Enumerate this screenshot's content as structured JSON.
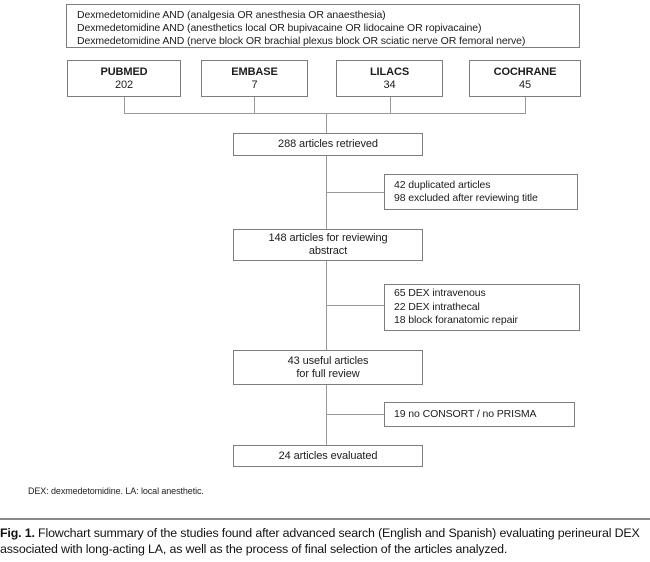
{
  "flowchart": {
    "search_box": {
      "lines": [
        "Dexmedetomidine AND (analgesia OR anesthesia OR anaesthesia)",
        "Dexmedetomidine AND (anesthetics local OR bupivacaine OR lidocaine OR ropivacaine)",
        "Dexmedetomidine AND (nerve block OR brachial plexus block OR sciatic nerve OR femoral nerve)"
      ]
    },
    "databases": [
      {
        "name": "PUBMED",
        "count": "202"
      },
      {
        "name": "EMBASE",
        "count": "7"
      },
      {
        "name": "LILACS",
        "count": "34"
      },
      {
        "name": "COCHRANE",
        "count": "45"
      }
    ],
    "main_boxes": [
      {
        "line1": "288 articles retrieved"
      },
      {
        "line1": "148 articles for reviewing",
        "line2": "abstract"
      },
      {
        "line1": "43 useful articles",
        "line2": "for full review"
      },
      {
        "line1": "24 articles evaluated"
      }
    ],
    "side_boxes": [
      {
        "lines": [
          "42 duplicated articles",
          "98 excluded after reviewing title"
        ]
      },
      {
        "lines": [
          "65 DEX intravenous",
          "22 DEX intrathecal",
          "18 block foranatomic repair"
        ]
      },
      {
        "lines": [
          "19 no CONSORT / no PRISMA"
        ]
      }
    ],
    "footnote": "DEX: dexmedetomidine. LA: local anesthetic."
  },
  "caption": {
    "label": "Fig. 1.",
    "text": "Flowchart summary of the studies found after advanced search (English and Spanish) evaluating perineural DEX associated with long-acting LA, as well as the process of final selection of the articles analyzed."
  },
  "colors": {
    "box_border": "#7d7d7d",
    "connector_line": "#999999",
    "text": "#1c1c1c",
    "background": "#ffffff"
  }
}
